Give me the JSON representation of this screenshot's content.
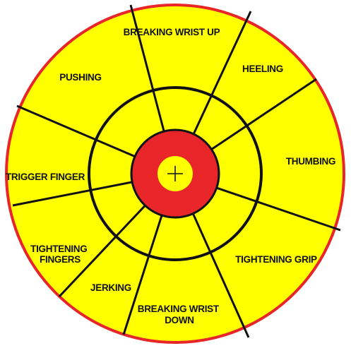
{
  "colors": {
    "outer_fill": "#ffff00",
    "outer_ring": "#e8262a",
    "spoke": "#111111",
    "bullseye_red": "#e8262a",
    "bullseye_center": "#ffff00"
  },
  "center_mark": "crosshair-icon",
  "segments": [
    {
      "id": "breaking-wrist-up",
      "lines": [
        "BREAKING WRIST UP"
      ]
    },
    {
      "id": "heeling",
      "lines": [
        "HEELING"
      ]
    },
    {
      "id": "thumbing",
      "lines": [
        "THUMBING"
      ]
    },
    {
      "id": "tightening-grip",
      "lines": [
        "TIGHTENING GRIP"
      ]
    },
    {
      "id": "breaking-wrist-down",
      "lines": [
        "BREAKING WRIST",
        "DOWN"
      ]
    },
    {
      "id": "jerking",
      "lines": [
        "JERKING"
      ]
    },
    {
      "id": "tightening-fingers",
      "lines": [
        "TIGHTENING",
        "FINGERS"
      ]
    },
    {
      "id": "trigger-finger",
      "lines": [
        "TRIGGER FINGER"
      ]
    },
    {
      "id": "pushing",
      "lines": [
        "PUSHING"
      ]
    }
  ]
}
